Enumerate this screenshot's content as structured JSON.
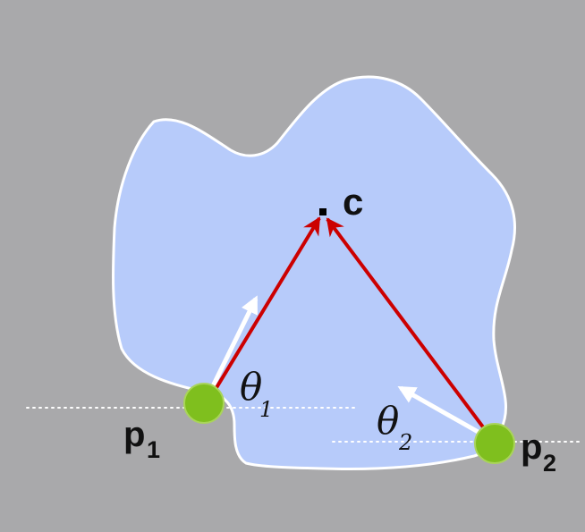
{
  "labels": {
    "centroid": "c",
    "p1_base": "p",
    "p1_sub": "1",
    "p2_base": "p",
    "p2_sub": "2",
    "theta1_base": "θ",
    "theta1_sub": "1",
    "theta2_base": "θ",
    "theta2_sub": "2"
  },
  "colors": {
    "background": "#a9a9ab",
    "shape_fill": "#b7cbfa",
    "shape_stroke": "#ffffff",
    "point_fill": "#7fbf1e",
    "vector": "#cc0000",
    "normal_arrow": "#ffffff",
    "guide_line": "#ffffff"
  }
}
